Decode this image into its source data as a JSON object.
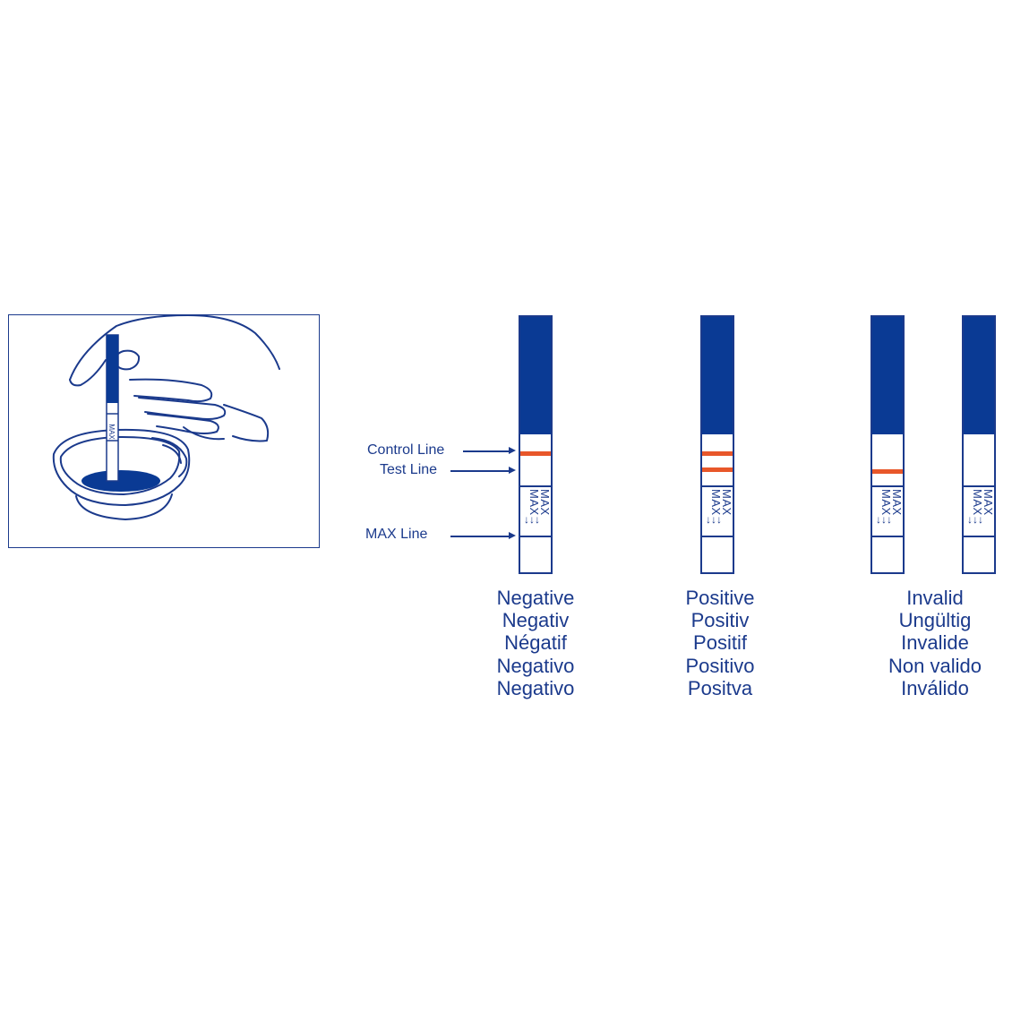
{
  "illustration": {
    "strip_label": "MAX"
  },
  "callouts": {
    "control": "Control Line",
    "test": "Test Line",
    "max": "MAX Line"
  },
  "strip_text": "MAX",
  "results": {
    "negative": [
      "Negative",
      "Negativ",
      "Négatif",
      "Negativo",
      "Negativo"
    ],
    "positive": [
      "Positive",
      "Positiv",
      "Positif",
      "Positivo",
      "Positva"
    ],
    "invalid": [
      "Invalid",
      "Ungültig",
      "Invalide",
      "Non valido",
      "Inválido"
    ]
  },
  "colors": {
    "strip_cap": "#0a3a94",
    "outline": "#1b3a8c",
    "reaction_band": "#e8572a"
  }
}
